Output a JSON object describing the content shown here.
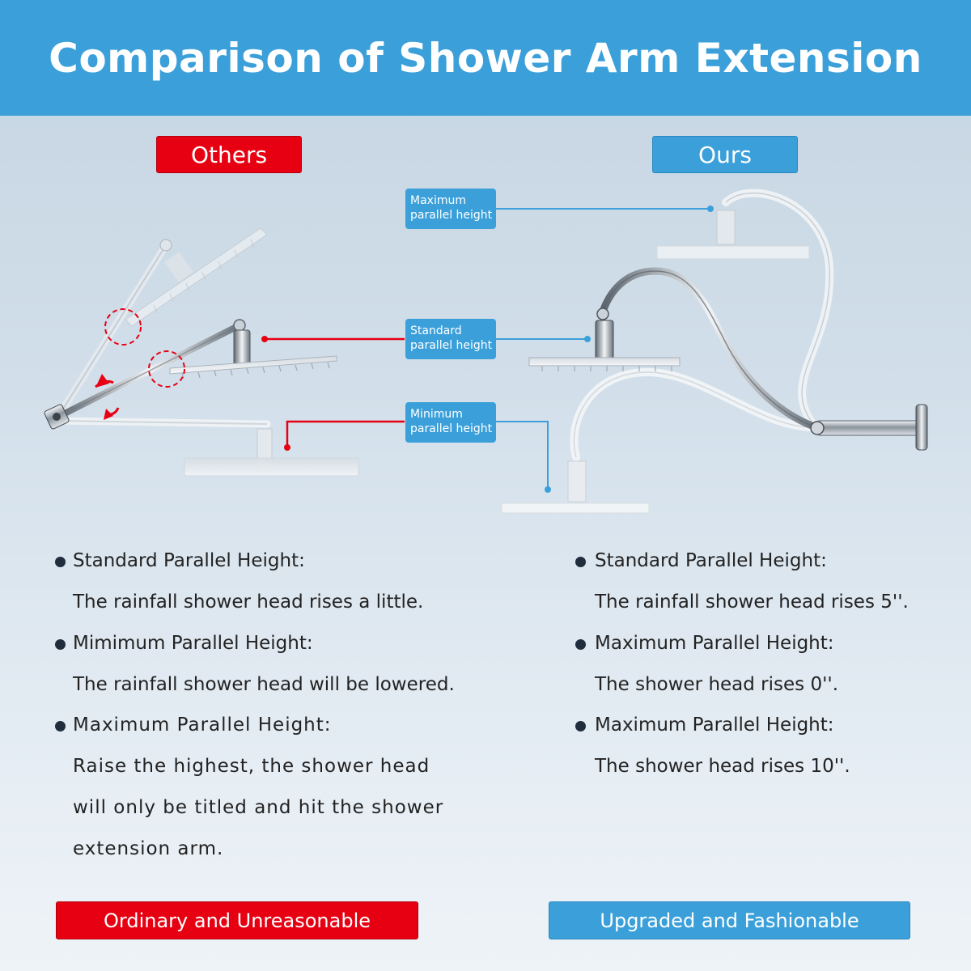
{
  "header": {
    "title": "Comparison of Shower Arm Extension"
  },
  "columns": {
    "left_label": "Others",
    "right_label": "Ours"
  },
  "callouts": {
    "maximum": [
      "Maximum",
      "parallel height"
    ],
    "standard": [
      "Standard",
      "parallel height"
    ],
    "minimum": [
      "Minimum",
      "parallel height"
    ]
  },
  "left_bullets": [
    {
      "heading": "Standard Parallel Height:",
      "lines": [
        "The rainfall shower head rises a little."
      ]
    },
    {
      "heading": "Mimimum Parallel Height:",
      "lines": [
        "The rainfall shower head will be lowered."
      ]
    },
    {
      "heading": "Maximum Parallel Height:",
      "lines": [
        "Raise the highest, the shower head",
        "will only be titled and hit the shower",
        "extension arm."
      ]
    }
  ],
  "right_bullets": [
    {
      "heading": "Standard Parallel Height:",
      "lines": [
        "The rainfall shower head rises 5''."
      ]
    },
    {
      "heading": "Maximum Parallel Height:",
      "lines": [
        "The shower head rises 0''."
      ]
    },
    {
      "heading": "Maximum Parallel Height:",
      "lines": [
        "The shower head rises 10''."
      ]
    }
  ],
  "footer": {
    "left": "Ordinary and Unreasonable",
    "right": "Upgraded and Fashionable"
  },
  "colors": {
    "brand_blue": "#3ba0da",
    "alert_red": "#e60012",
    "text": "#222222"
  }
}
